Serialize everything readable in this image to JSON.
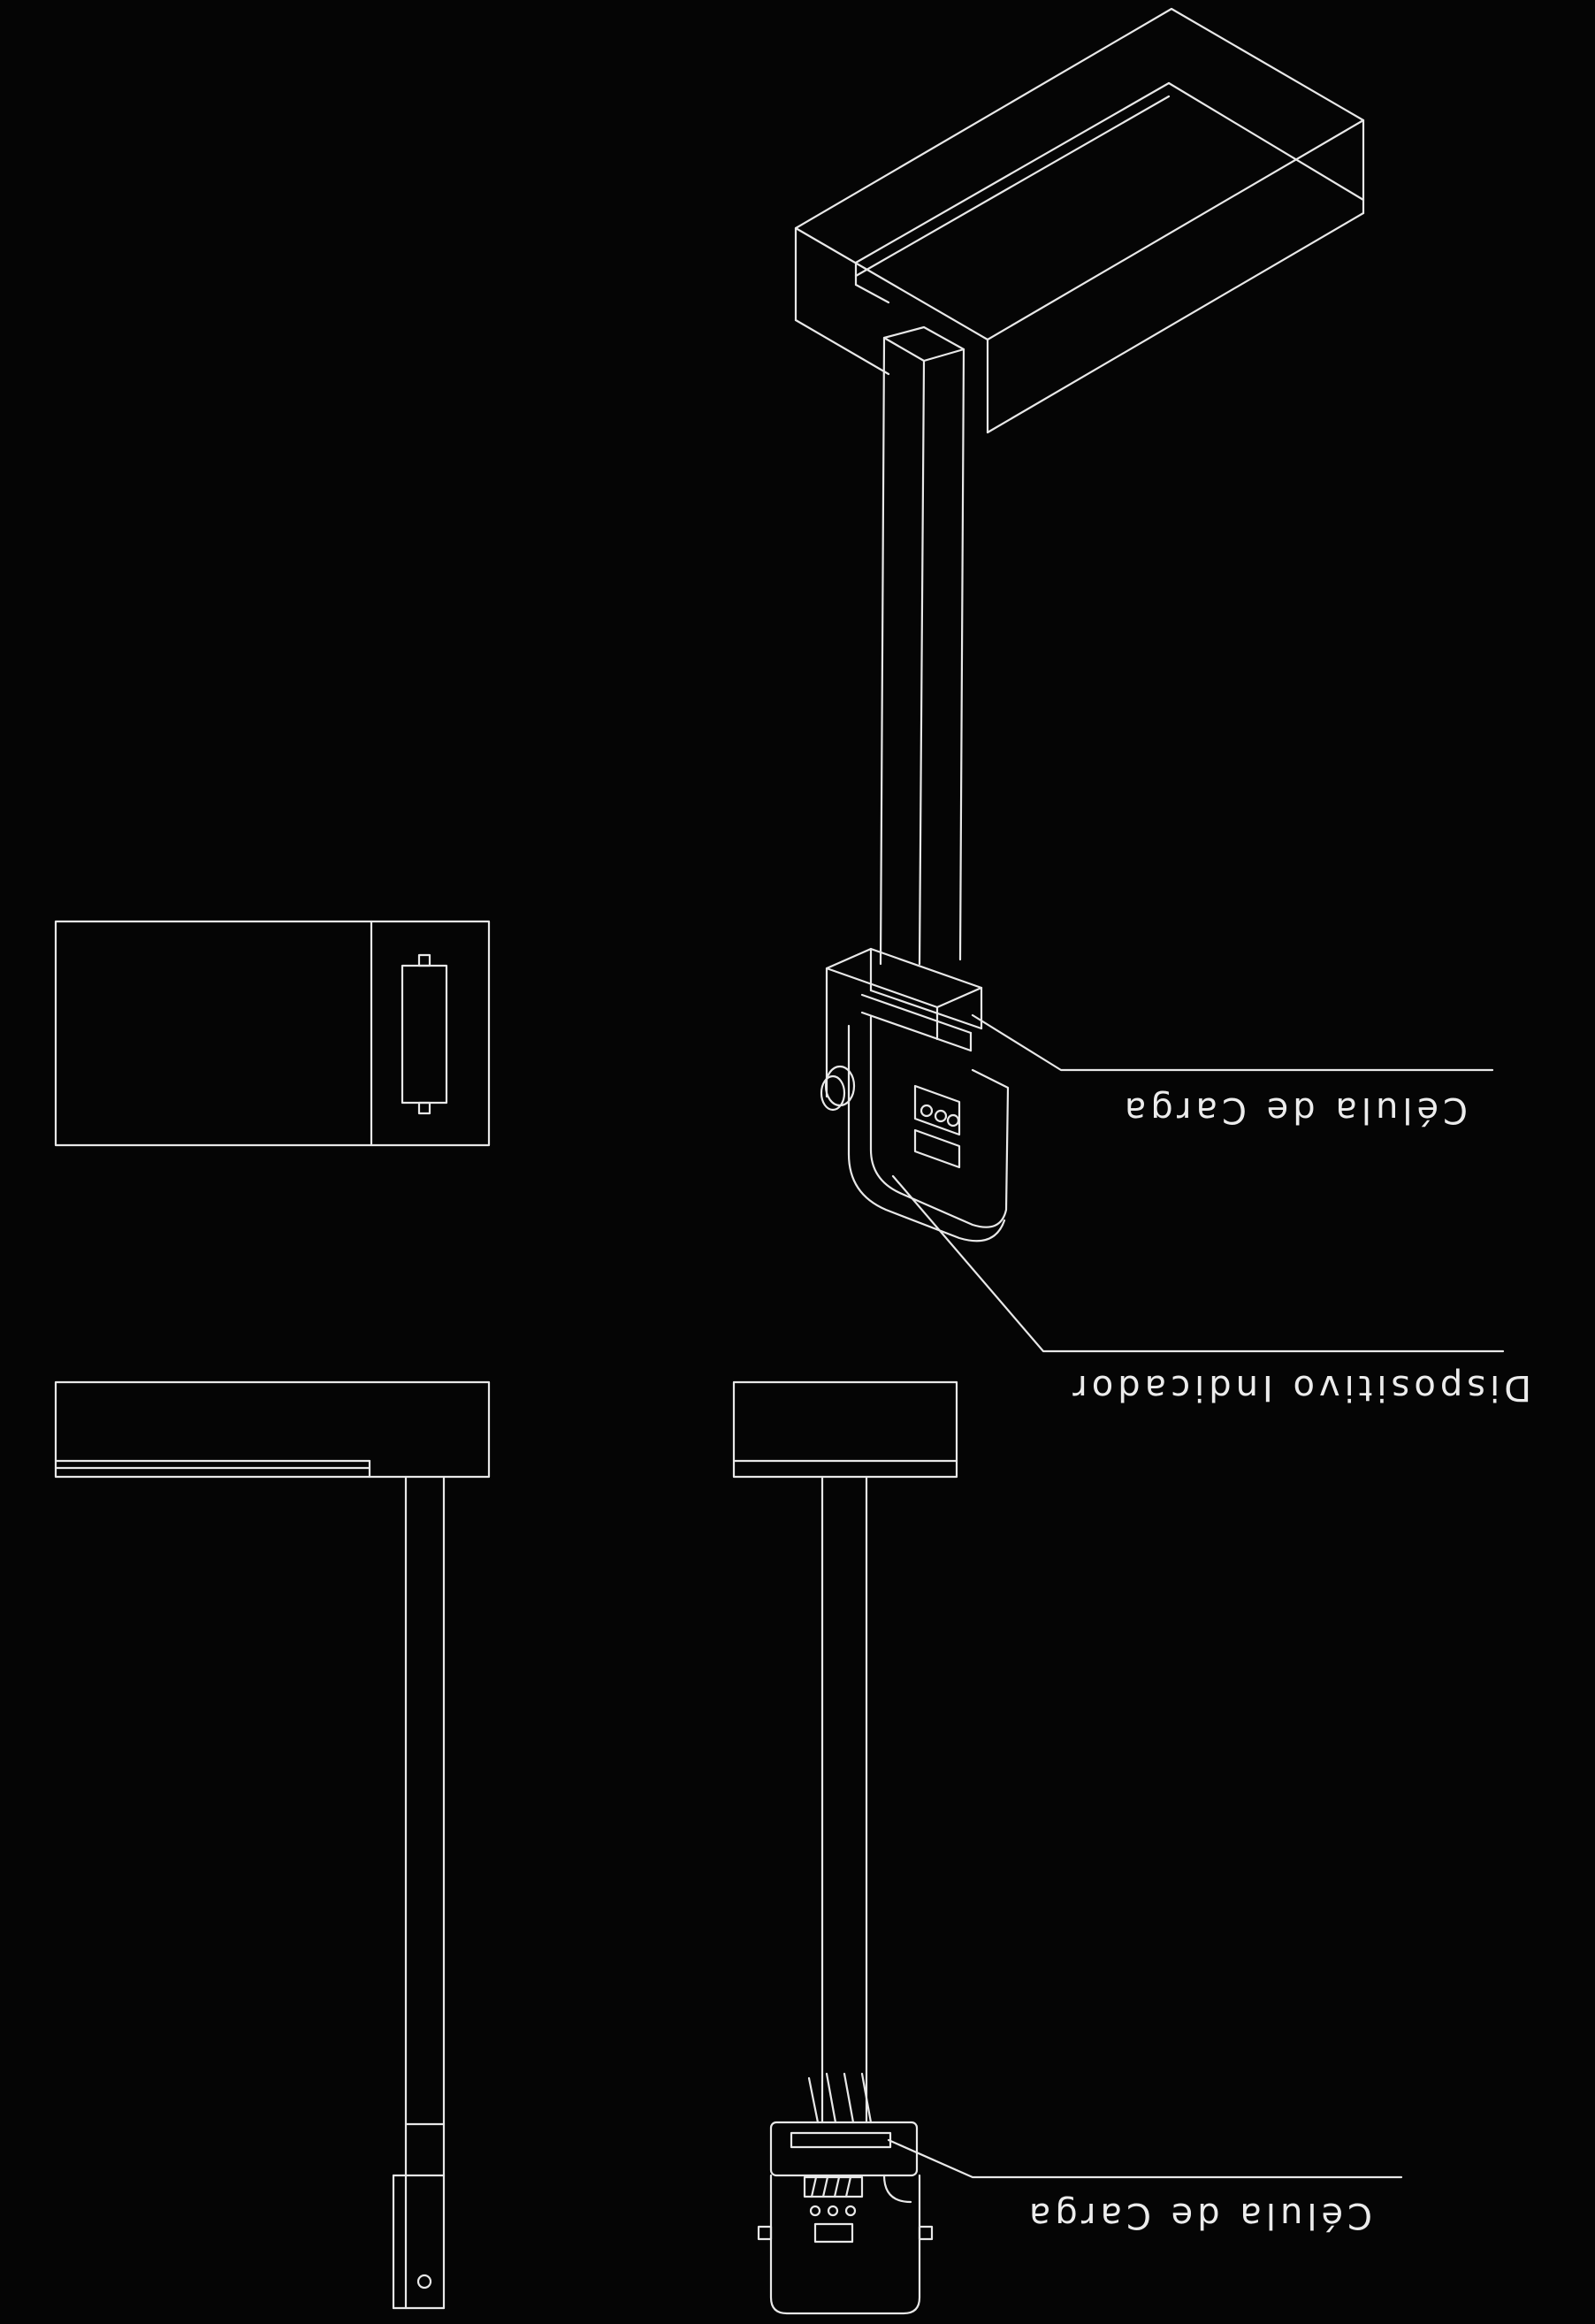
{
  "labels": {
    "load_cell_upper": "Célula de Carga",
    "indicator": "Dispositivo Indicador",
    "load_cell_lower": "Célula de Carga"
  }
}
